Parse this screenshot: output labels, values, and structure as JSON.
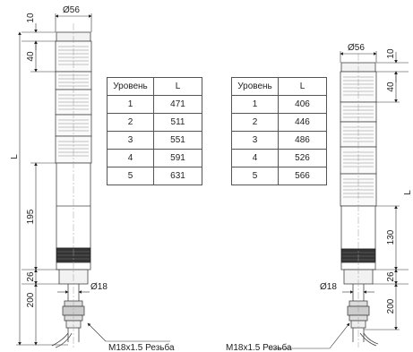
{
  "left_view": {
    "diameter_top": "Ø56",
    "dim_top": "10",
    "dim_segment": "40",
    "dim_overall": "L",
    "dim_body": "195",
    "dim_base": "26",
    "dim_pipe": "200",
    "diameter_pipe": "Ø18",
    "thread_callout": "M18x1.5 Резьба"
  },
  "right_view": {
    "diameter_top": "Ø56",
    "dim_top": "10",
    "dim_segment": "40",
    "dim_overall": "L",
    "dim_body": "130",
    "dim_base": "26",
    "dim_pipe": "200",
    "diameter_pipe": "Ø18",
    "thread_callout": "M18x1.5 Резьба"
  },
  "table_left": {
    "headers": [
      "Уровень",
      "L"
    ],
    "rows": [
      [
        "1",
        "471"
      ],
      [
        "2",
        "511"
      ],
      [
        "3",
        "551"
      ],
      [
        "4",
        "591"
      ],
      [
        "5",
        "631"
      ]
    ]
  },
  "table_right": {
    "headers": [
      "Уровень",
      "L"
    ],
    "rows": [
      [
        "1",
        "406"
      ],
      [
        "2",
        "446"
      ],
      [
        "3",
        "486"
      ],
      [
        "4",
        "526"
      ],
      [
        "5",
        "566"
      ]
    ]
  }
}
